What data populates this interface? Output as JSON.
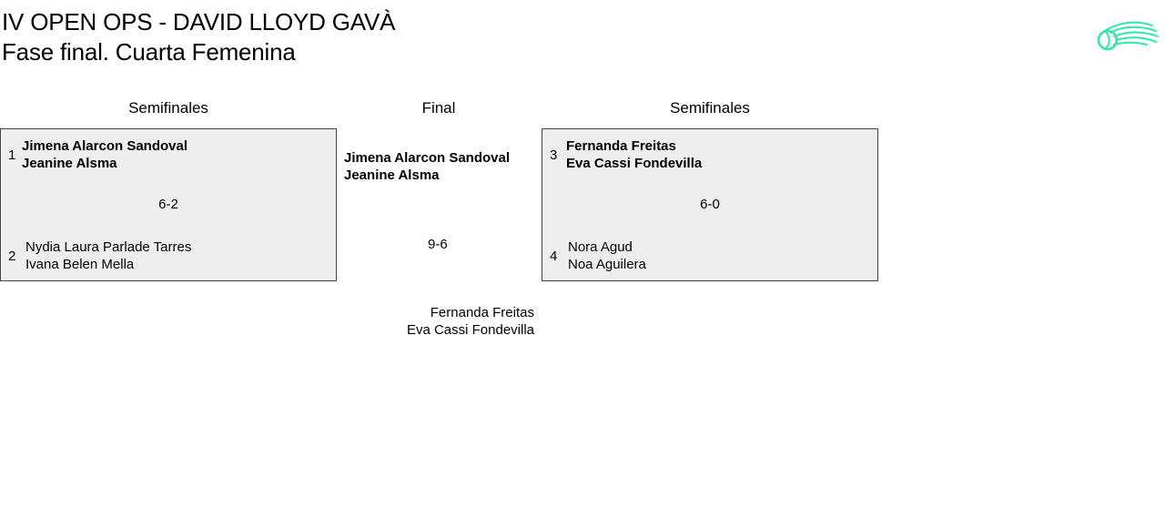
{
  "header": {
    "title_line1": "IV OPEN OPS - DAVID LLOYD GAVÀ",
    "title_line2": "Fase final. Cuarta Femenina",
    "logo_icon": "padel-ball-logo-icon",
    "logo_color": "#2fe8a4"
  },
  "rounds": {
    "left_label": "Semifinales",
    "final_label": "Final",
    "right_label": "Semifinales"
  },
  "semifinal_left": {
    "team1": {
      "seed": "1",
      "player1": "Jimena Alarcon Sandoval",
      "player2": "Jeanine Alsma",
      "winner": true
    },
    "score": "6-2",
    "team2": {
      "seed": "2",
      "player1": "Nydia Laura Parlade Tarres",
      "player2": "Ivana Belen Mella",
      "winner": false
    }
  },
  "final": {
    "team1": {
      "player1": "Jimena Alarcon Sandoval",
      "player2": "Jeanine Alsma",
      "winner": true
    },
    "score": "9-6",
    "team2": {
      "player1": "Fernanda Freitas",
      "player2": "Eva Cassi Fondevilla",
      "winner": false
    }
  },
  "semifinal_right": {
    "team1": {
      "seed": "3",
      "player1": "Fernanda Freitas",
      "player2": "Eva Cassi Fondevilla",
      "winner": true
    },
    "score": "6-0",
    "team2": {
      "seed": "4",
      "player1": "Nora Agud",
      "player2": "Noa Aguilera",
      "winner": false
    }
  },
  "colors": {
    "match_bg": "#eeeeee",
    "border": "#444444"
  }
}
